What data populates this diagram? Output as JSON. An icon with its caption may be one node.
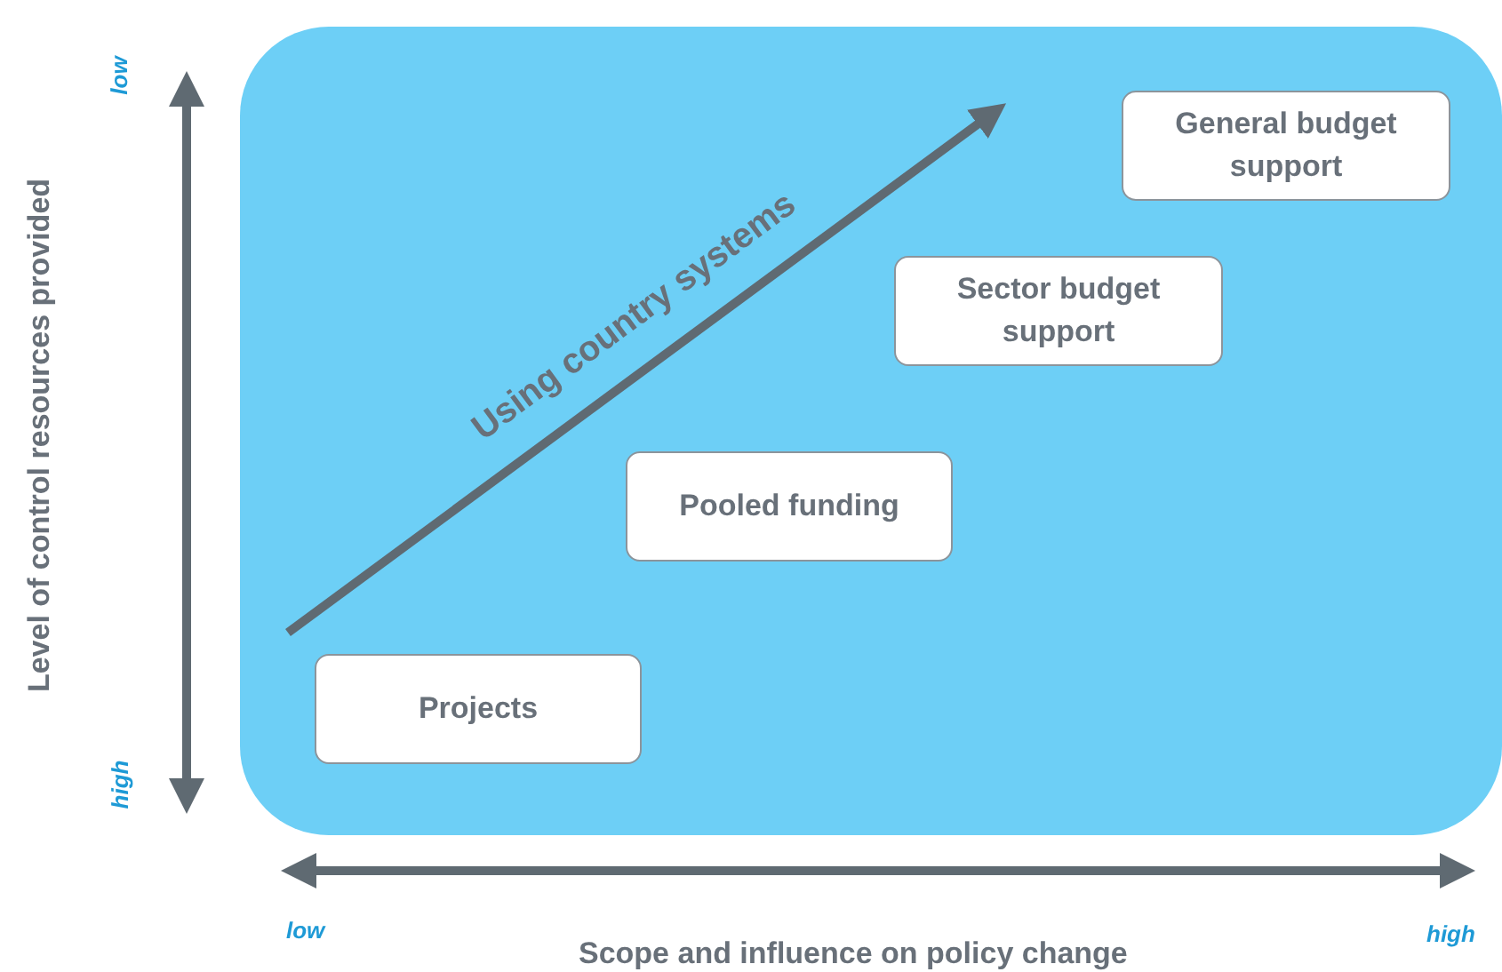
{
  "diagram": {
    "nodes": [
      {
        "text": [],
        "shape": "box"
      },
      {
        "text": [
          "General budget support"
        ],
        "in": 0
      },
      {
        "text": [
          "Sector budget support"
        ],
        "in": 0
      },
      {
        "text": [
          "Pooled funding"
        ],
        "in": 0
      },
      {
        "text": [
          "Projects"
        ],
        "in": 0
      }
    ],
    "labels": [
      "low",
      "high",
      "Level of control resources provided",
      "Using country systems",
      "low",
      "high",
      "Scope and influence on policy change"
    ]
  }
}
